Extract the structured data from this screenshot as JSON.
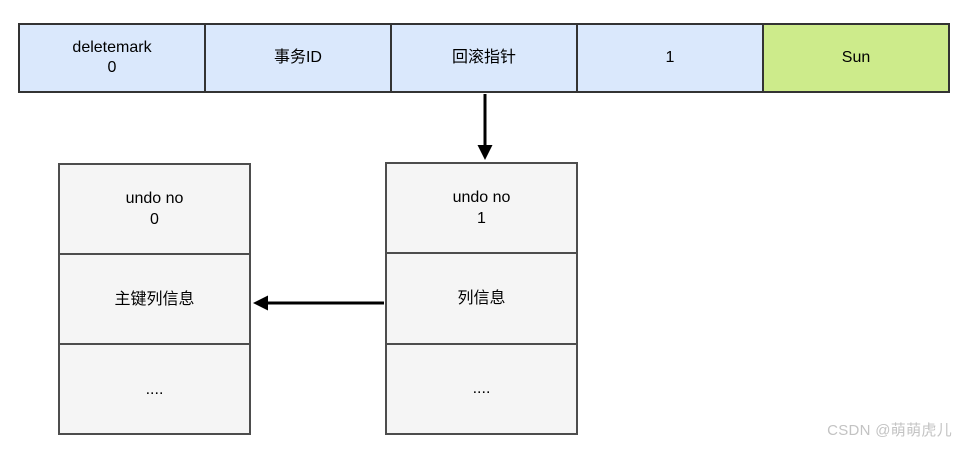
{
  "record_row": {
    "cells": [
      {
        "line1": "deletemark",
        "line2": "0",
        "fill": "#dae8fc",
        "meaning": "delete-mark-flag"
      },
      {
        "line1": "事务ID",
        "fill": "#dae8fc",
        "meaning": "transaction-id"
      },
      {
        "line1": "回滚指针",
        "fill": "#dae8fc",
        "meaning": "rollback-pointer"
      },
      {
        "line1": "1",
        "fill": "#dae8fc",
        "meaning": "primary-key-value"
      },
      {
        "line1": "Sun",
        "fill": "#cdeb8b",
        "meaning": "column-value"
      }
    ]
  },
  "undo_log_0": {
    "rows": [
      {
        "line1": "undo no",
        "line2": "0"
      },
      {
        "line1": "主键列信息"
      },
      {
        "line1": "...."
      }
    ]
  },
  "undo_log_1": {
    "rows": [
      {
        "line1": "undo no",
        "line2": "1"
      },
      {
        "line1": "列信息"
      },
      {
        "line1": "...."
      }
    ]
  },
  "arrows": [
    {
      "name": "rollback-pointer-to-undo-1",
      "direction": "down"
    },
    {
      "name": "undo-1-to-undo-0",
      "direction": "left"
    }
  ],
  "watermark": "CSDN @萌萌虎儿",
  "colors": {
    "cell_blue": "#dae8fc",
    "cell_green": "#cdeb8b",
    "box_gray": "#f5f5f5",
    "row_border": "#333333",
    "box_border": "#4d4d4d",
    "arrow": "#000000",
    "watermark_gray": "#c3c3c3",
    "background": "#ffffff"
  }
}
